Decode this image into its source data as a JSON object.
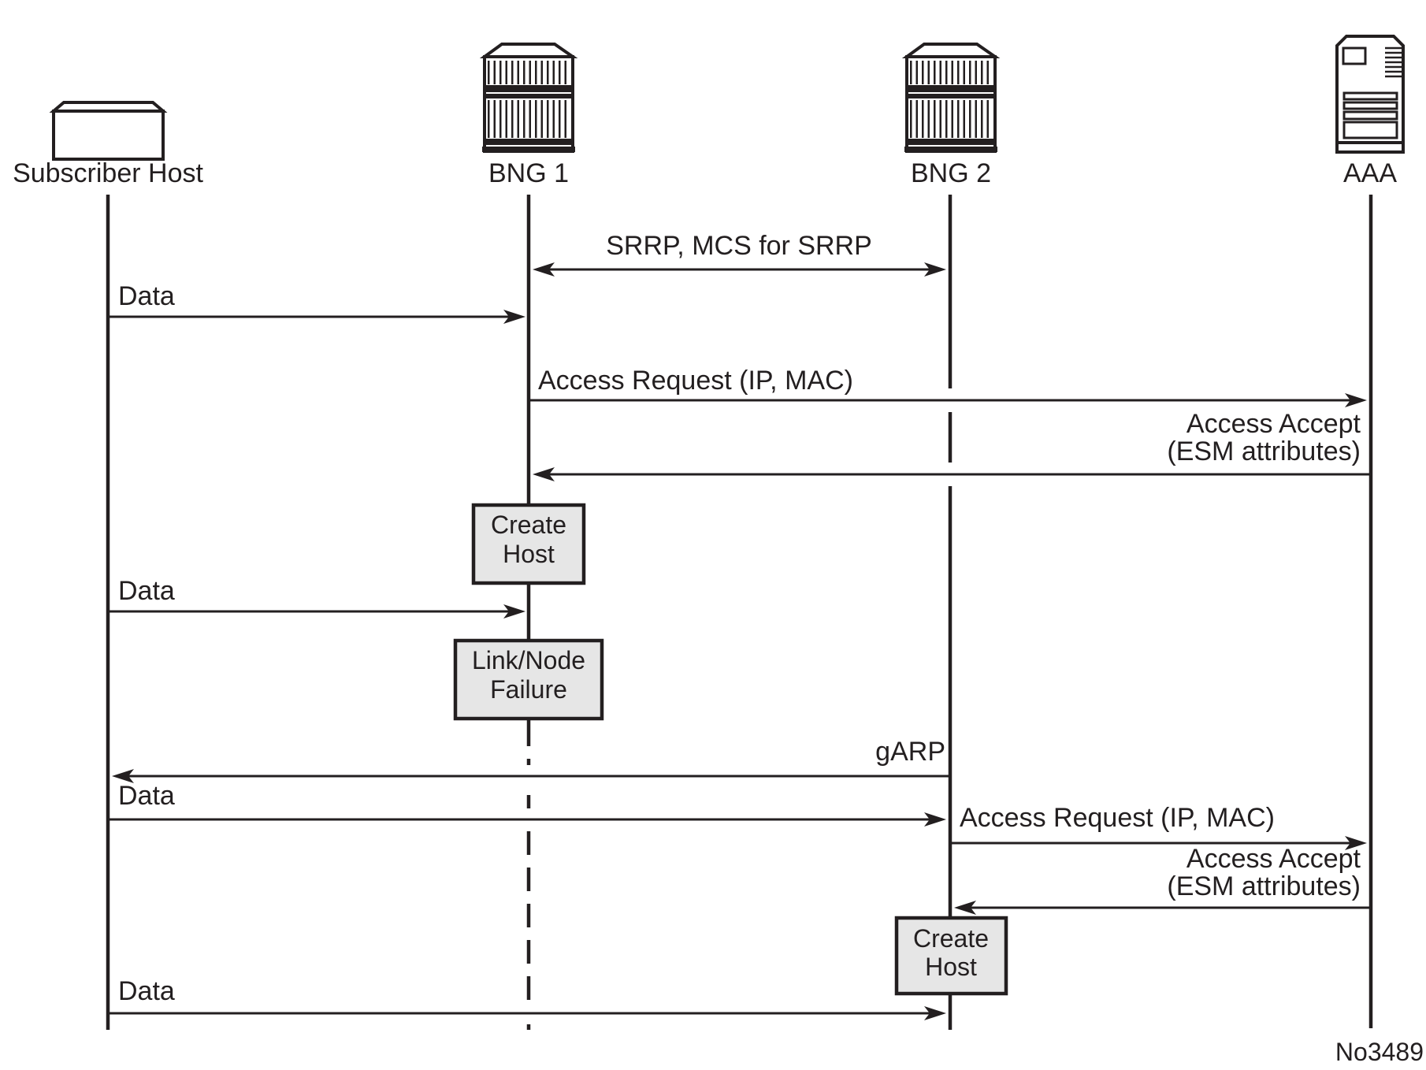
{
  "diagram": {
    "figure_number": "No3489",
    "colors": {
      "line": "#231f20",
      "box_fill": "#e6e6e6",
      "background": "#ffffff"
    },
    "actors": [
      {
        "id": "subscriber-host",
        "label": "Subscriber Host",
        "icon": "host-box-icon"
      },
      {
        "id": "bng1",
        "label": "BNG 1",
        "icon": "router-chassis-icon"
      },
      {
        "id": "bng2",
        "label": "BNG 2",
        "icon": "router-chassis-icon"
      },
      {
        "id": "aaa",
        "label": "AAA",
        "icon": "server-tower-icon"
      }
    ],
    "messages": [
      {
        "label": "SRRP, MCS for SRRP",
        "from": "bng1",
        "to": "bng2",
        "direction": "bidirectional"
      },
      {
        "label": "Data",
        "from": "subscriber-host",
        "to": "bng1"
      },
      {
        "label": "Access Request (IP, MAC)",
        "from": "bng1",
        "to": "aaa"
      },
      {
        "label": "Access Accept",
        "label2": "(ESM attributes)",
        "from": "aaa",
        "to": "bng1"
      },
      {
        "label": "Data",
        "from": "subscriber-host",
        "to": "bng1"
      },
      {
        "label": "gARP",
        "from": "bng2",
        "to": "subscriber-host"
      },
      {
        "label": "Data",
        "from": "subscriber-host",
        "to": "bng2"
      },
      {
        "label": "Access Request (IP, MAC)",
        "from": "bng2",
        "to": "aaa"
      },
      {
        "label": "Access Accept",
        "label2": "(ESM attributes)",
        "from": "aaa",
        "to": "bng2"
      },
      {
        "label": "Data",
        "from": "subscriber-host",
        "to": "bng2"
      }
    ],
    "activity_boxes": [
      {
        "line1": "Create",
        "line2": "Host",
        "actor": "bng1"
      },
      {
        "line1": "Link/Node",
        "line2": "Failure",
        "actor": "bng1"
      },
      {
        "line1": "Create",
        "line2": "Host",
        "actor": "bng2"
      }
    ]
  }
}
